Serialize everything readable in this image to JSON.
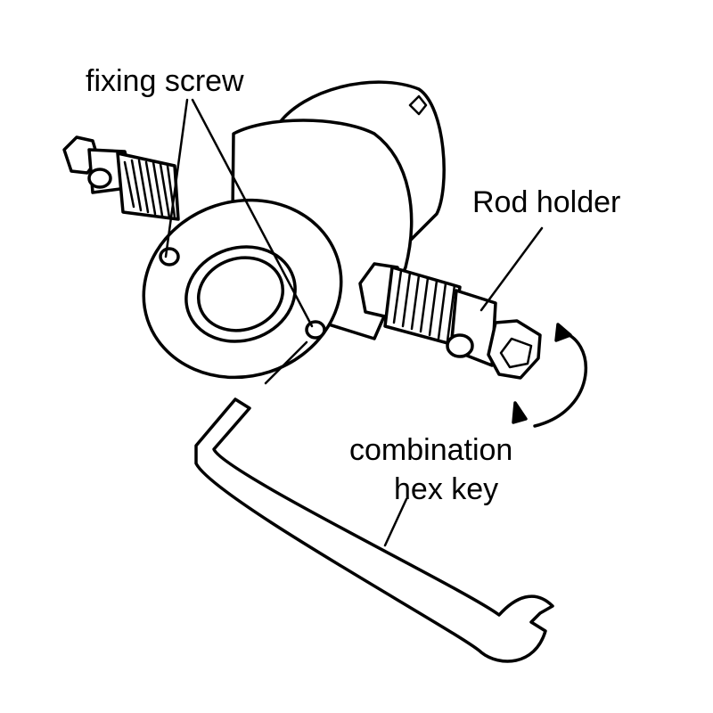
{
  "diagram": {
    "labels": {
      "fixing_screw": "fixing screw",
      "rod_holder": "Rod holder",
      "combination_line1": "combination",
      "combination_line2": "hex key"
    },
    "colors": {
      "ink": "#000000",
      "background": "#ffffff"
    }
  }
}
